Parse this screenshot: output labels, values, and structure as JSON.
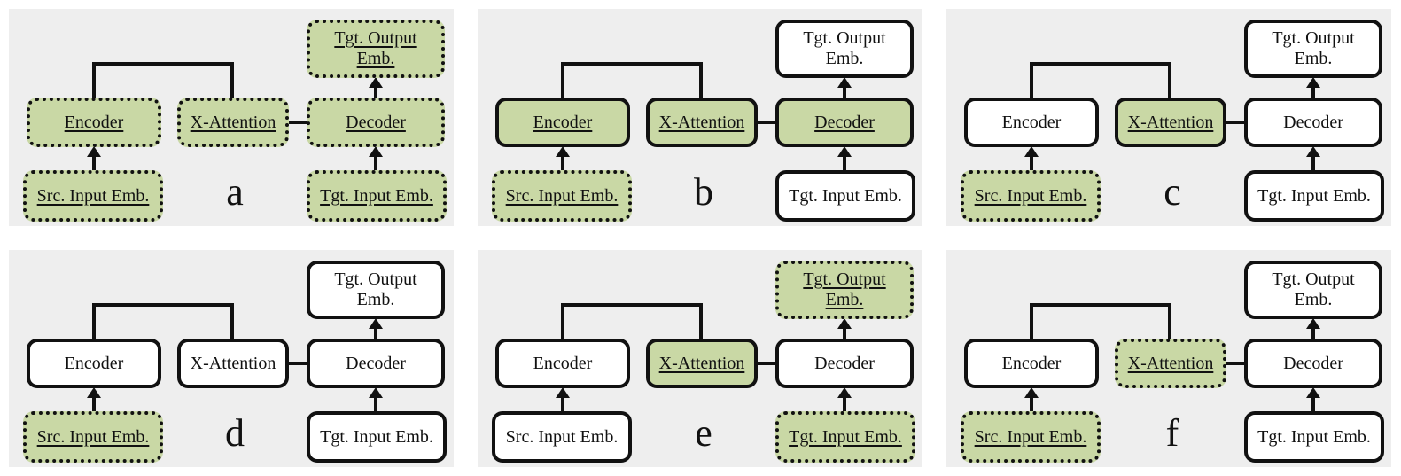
{
  "colors": {
    "highlight_fill": "#c9d8a5",
    "panel_bg": "#eeeeee",
    "box_fill": "#ffffff",
    "line": "#111111"
  },
  "panels": [
    {
      "letter": "a",
      "boxes": {
        "tgt_output": {
          "label": "Tgt. Output\nEmb.",
          "highlight": true,
          "dashed": true,
          "underline": true
        },
        "encoder": {
          "label": "Encoder",
          "highlight": true,
          "dashed": true,
          "underline": true
        },
        "x_attention": {
          "label": "X-Attention",
          "highlight": true,
          "dashed": true,
          "underline": true
        },
        "decoder": {
          "label": "Decoder",
          "highlight": true,
          "dashed": true,
          "underline": true
        },
        "src_input": {
          "label": "Src. Input Emb.",
          "highlight": true,
          "dashed": true,
          "underline": true
        },
        "tgt_input": {
          "label": "Tgt. Input Emb.",
          "highlight": true,
          "dashed": true,
          "underline": true
        }
      }
    },
    {
      "letter": "b",
      "boxes": {
        "tgt_output": {
          "label": "Tgt. Output\nEmb.",
          "highlight": false,
          "dashed": false,
          "underline": false
        },
        "encoder": {
          "label": "Encoder",
          "highlight": true,
          "dashed": false,
          "underline": true
        },
        "x_attention": {
          "label": "X-Attention",
          "highlight": true,
          "dashed": false,
          "underline": true
        },
        "decoder": {
          "label": "Decoder",
          "highlight": true,
          "dashed": false,
          "underline": true
        },
        "src_input": {
          "label": "Src. Input Emb.",
          "highlight": true,
          "dashed": true,
          "underline": true
        },
        "tgt_input": {
          "label": "Tgt. Input Emb.",
          "highlight": false,
          "dashed": false,
          "underline": false
        }
      }
    },
    {
      "letter": "c",
      "boxes": {
        "tgt_output": {
          "label": "Tgt. Output\nEmb.",
          "highlight": false,
          "dashed": false,
          "underline": false
        },
        "encoder": {
          "label": "Encoder",
          "highlight": false,
          "dashed": false,
          "underline": false
        },
        "x_attention": {
          "label": "X-Attention",
          "highlight": true,
          "dashed": false,
          "underline": true
        },
        "decoder": {
          "label": "Decoder",
          "highlight": false,
          "dashed": false,
          "underline": false
        },
        "src_input": {
          "label": "Src. Input Emb.",
          "highlight": true,
          "dashed": true,
          "underline": true
        },
        "tgt_input": {
          "label": "Tgt. Input Emb.",
          "highlight": false,
          "dashed": false,
          "underline": false
        }
      }
    },
    {
      "letter": "d",
      "boxes": {
        "tgt_output": {
          "label": "Tgt. Output\nEmb.",
          "highlight": false,
          "dashed": false,
          "underline": false
        },
        "encoder": {
          "label": "Encoder",
          "highlight": false,
          "dashed": false,
          "underline": false
        },
        "x_attention": {
          "label": "X-Attention",
          "highlight": false,
          "dashed": false,
          "underline": false
        },
        "decoder": {
          "label": "Decoder",
          "highlight": false,
          "dashed": false,
          "underline": false
        },
        "src_input": {
          "label": "Src. Input Emb.",
          "highlight": true,
          "dashed": true,
          "underline": true
        },
        "tgt_input": {
          "label": "Tgt. Input Emb.",
          "highlight": false,
          "dashed": false,
          "underline": false
        }
      }
    },
    {
      "letter": "e",
      "boxes": {
        "tgt_output": {
          "label": "Tgt. Output\nEmb.",
          "highlight": true,
          "dashed": true,
          "underline": true
        },
        "encoder": {
          "label": "Encoder",
          "highlight": false,
          "dashed": false,
          "underline": false
        },
        "x_attention": {
          "label": "X-Attention",
          "highlight": true,
          "dashed": false,
          "underline": true
        },
        "decoder": {
          "label": "Decoder",
          "highlight": false,
          "dashed": false,
          "underline": false
        },
        "src_input": {
          "label": "Src. Input Emb.",
          "highlight": false,
          "dashed": false,
          "underline": false
        },
        "tgt_input": {
          "label": "Tgt. Input Emb.",
          "highlight": true,
          "dashed": true,
          "underline": true
        }
      }
    },
    {
      "letter": "f",
      "boxes": {
        "tgt_output": {
          "label": "Tgt. Output\nEmb.",
          "highlight": false,
          "dashed": false,
          "underline": false
        },
        "encoder": {
          "label": "Encoder",
          "highlight": false,
          "dashed": false,
          "underline": false
        },
        "x_attention": {
          "label": "X-Attention",
          "highlight": true,
          "dashed": true,
          "underline": true
        },
        "decoder": {
          "label": "Decoder",
          "highlight": false,
          "dashed": false,
          "underline": false
        },
        "src_input": {
          "label": "Src. Input Emb.",
          "highlight": true,
          "dashed": true,
          "underline": true
        },
        "tgt_input": {
          "label": "Tgt. Input Emb.",
          "highlight": false,
          "dashed": false,
          "underline": false
        }
      }
    }
  ]
}
